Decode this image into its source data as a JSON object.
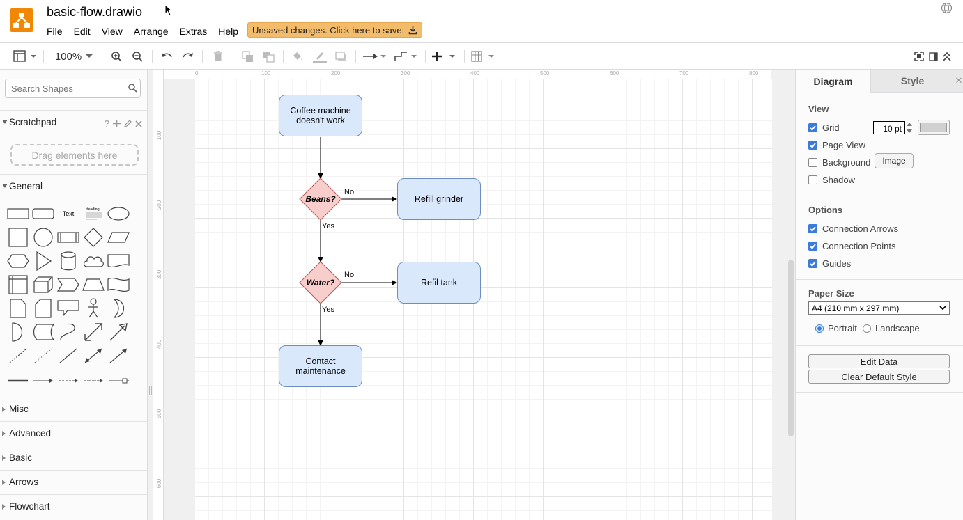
{
  "header": {
    "filename": "basic-flow.drawio",
    "menu": [
      "File",
      "Edit",
      "View",
      "Arrange",
      "Extras",
      "Help"
    ],
    "unsaved_label": "Unsaved changes. Click here to save."
  },
  "toolbar": {
    "zoom": "100%"
  },
  "sidebar": {
    "search_placeholder": "Search Shapes",
    "scratchpad": {
      "title": "Scratchpad",
      "help": "?",
      "dropzone": "Drag elements here"
    },
    "general_title": "General",
    "shape_text_label": "Text",
    "shape_heading_label": "Heading",
    "collapsed_sections": [
      "Misc",
      "Advanced",
      "Basic",
      "Arrows",
      "Flowchart"
    ]
  },
  "canvas": {
    "ruler_h": [
      "0",
      "100",
      "200",
      "300",
      "400",
      "500",
      "600",
      "700",
      "800"
    ],
    "ruler_v": [
      "100",
      "200",
      "300",
      "400",
      "500",
      "600"
    ],
    "nodes": {
      "start": "Coffee machine doesn't work",
      "beans": "Beans?",
      "refill_grinder": "Refill grinder",
      "water": "Water?",
      "refil_tank": "Refil tank",
      "contact": "Contact maintenance"
    },
    "edge_labels": {
      "beans_no": "No",
      "beans_yes": "Yes",
      "water_no": "No",
      "water_yes": "Yes"
    },
    "colors": {
      "process_fill": "#dae8fc",
      "process_stroke": "#6c8ebf",
      "decision_fill": "#f8cecc",
      "decision_stroke": "#b85450"
    }
  },
  "format_panel": {
    "tabs": {
      "diagram": "Diagram",
      "style": "Style"
    },
    "view_title": "View",
    "grid_label": "Grid",
    "grid_size": "10 pt",
    "page_view_label": "Page View",
    "background_label": "Background",
    "image_button": "Image",
    "shadow_label": "Shadow",
    "options_title": "Options",
    "connection_arrows_label": "Connection Arrows",
    "connection_points_label": "Connection Points",
    "guides_label": "Guides",
    "paper_size_title": "Paper Size",
    "paper_size_value": "A4 (210 mm x 297 mm)",
    "portrait_label": "Portrait",
    "landscape_label": "Landscape",
    "edit_data_button": "Edit Data",
    "clear_style_button": "Clear Default Style"
  }
}
